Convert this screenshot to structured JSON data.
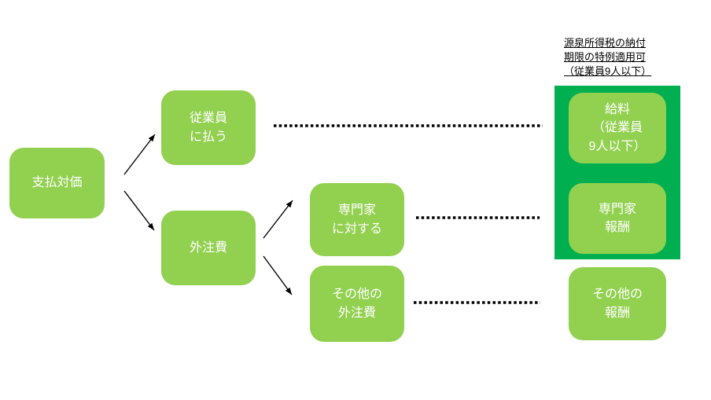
{
  "colors": {
    "box_green": "#92D050",
    "panel_green": "#00B050",
    "text_white": "#FFFFFF",
    "line_black": "#000000"
  },
  "note": {
    "line1": "源泉所得税の納付",
    "line2": "期限の特例適用可",
    "line3": "（従業員9人以下）"
  },
  "nodes": {
    "payment": {
      "label": "支払対価"
    },
    "employee": {
      "label": "従業員\nに払う"
    },
    "outsourcing": {
      "label": "外注費"
    },
    "specialist": {
      "label": "専門家\nに対する"
    },
    "other_outsourcing": {
      "label": "その他の\n外注費"
    },
    "salary": {
      "label": "給料\n（従業員\n9人以下）"
    },
    "specialist_fee": {
      "label": "専門家\n報酬"
    },
    "other_fee": {
      "label": "その他の\n報酬"
    }
  }
}
